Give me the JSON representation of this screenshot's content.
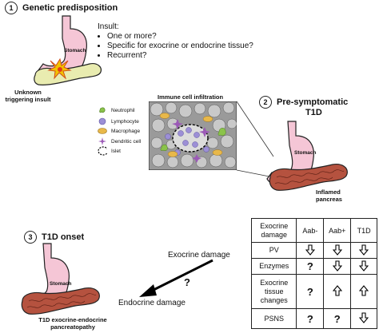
{
  "stage1": {
    "number": "1",
    "title": "Genetic predisposition",
    "organ_label": "Stomach",
    "caption": "Unknown triggering insult",
    "insult_heading": "Insult:",
    "insult_items": [
      "One or more?",
      "Specific for exocrine or endocrine tissue?",
      "Recurrent?"
    ]
  },
  "stage2": {
    "number": "2",
    "title_line1": "Pre-symptomatic",
    "title_line2": "T1D",
    "infiltration_title": "Immune cell infiltration",
    "organ_label": "Stomach",
    "caption": "Inflamed pancreas",
    "legend": [
      {
        "label": "Neutrophil",
        "icon": "neutrophil-icon",
        "color": "#8bc34a"
      },
      {
        "label": "Lymphocyte",
        "icon": "lymphocyte-icon",
        "color": "#9c8fd6"
      },
      {
        "label": "Macrophage",
        "icon": "macrophage-icon",
        "color": "#e8b84a"
      },
      {
        "label": "Dendritic cell",
        "icon": "dendritic-cell-icon",
        "color": "#9b59b6"
      },
      {
        "label": "Islet",
        "icon": "islet-icon",
        "color": "#000000"
      }
    ]
  },
  "stage3": {
    "number": "3",
    "title": "T1D onset",
    "organ_label": "Stomach",
    "caption": "T1D exocrine-endocrine pancreatopathy",
    "exocrine_label": "Exocrine damage",
    "endocrine_label": "Endocrine damage",
    "question": "?"
  },
  "table": {
    "headers": [
      "Exocrine damage",
      "Aab-",
      "Aab+",
      "T1D"
    ],
    "rows": [
      {
        "label": "PV",
        "cells": [
          "down",
          "down",
          "down"
        ]
      },
      {
        "label": "Enzymes",
        "cells": [
          "?",
          "down",
          "down"
        ]
      },
      {
        "label": "Exocrine tissue changes",
        "cells": [
          "?",
          "up",
          "up"
        ]
      },
      {
        "label": "PSNS",
        "cells": [
          "?",
          "?",
          "down"
        ]
      }
    ]
  },
  "colors": {
    "stomach": "#f5c6d6",
    "stomach_outline": "#222222",
    "pancreas": "#b5523f",
    "pancreas_healthy": "#e9ecb0",
    "insult": "#f2c200",
    "tissue_bg": "#9a9a9a"
  }
}
